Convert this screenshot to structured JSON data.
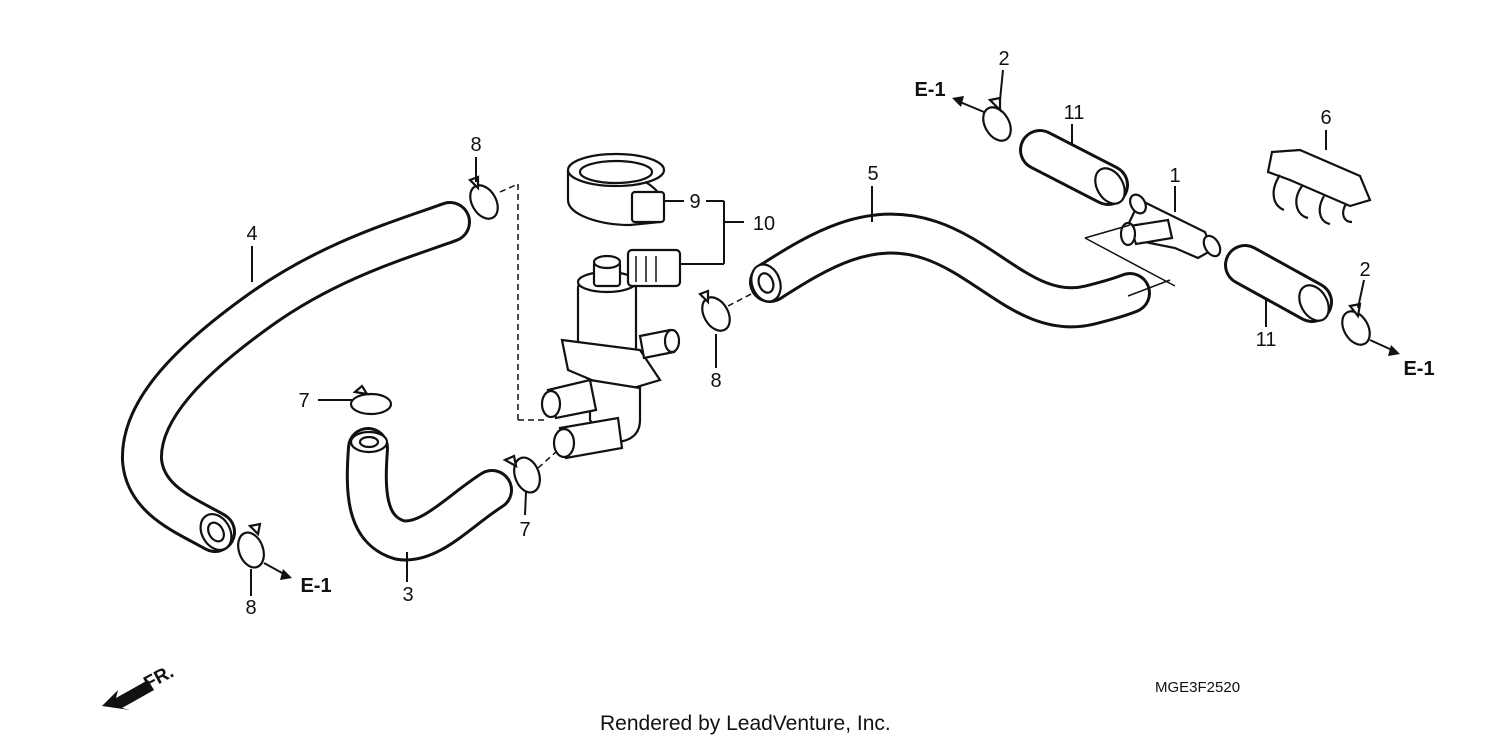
{
  "callouts": {
    "c1": "1",
    "c2a": "2",
    "c2b": "2",
    "c3": "3",
    "c4": "4",
    "c5": "5",
    "c6": "6",
    "c7a": "7",
    "c7b": "7",
    "c8a": "8",
    "c8b": "8",
    "c8c": "8",
    "c9": "9",
    "c10": "10",
    "c11a": "11",
    "c11b": "11"
  },
  "refs": {
    "e1_top": "E-1",
    "e1_right": "E-1",
    "e1_bottom": "E-1"
  },
  "direction_label": "FR.",
  "diagram_code": "MGE3F2520",
  "credit": "Rendered by LeadVenture, Inc."
}
